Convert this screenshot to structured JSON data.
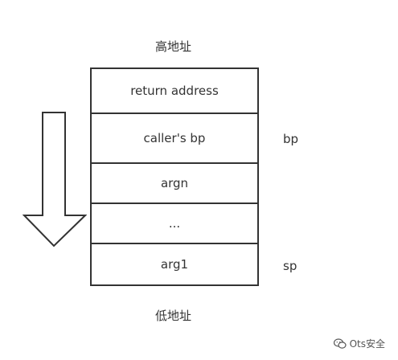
{
  "labels": {
    "high_address": "高地址",
    "low_address": "低地址"
  },
  "stack": {
    "slots": [
      {
        "label": "return address"
      },
      {
        "label": "caller's bp"
      },
      {
        "label": "argn"
      },
      {
        "label": "..."
      },
      {
        "label": "arg1"
      }
    ]
  },
  "registers": {
    "bp": "bp",
    "sp": "sp"
  },
  "arrow": {
    "direction": "down",
    "icon": "down-arrow-icon"
  },
  "watermark": {
    "icon": "wechat-icon",
    "text": "Ots安全"
  },
  "colors": {
    "stroke": "#333333",
    "text": "#333333",
    "background": "#ffffff"
  }
}
